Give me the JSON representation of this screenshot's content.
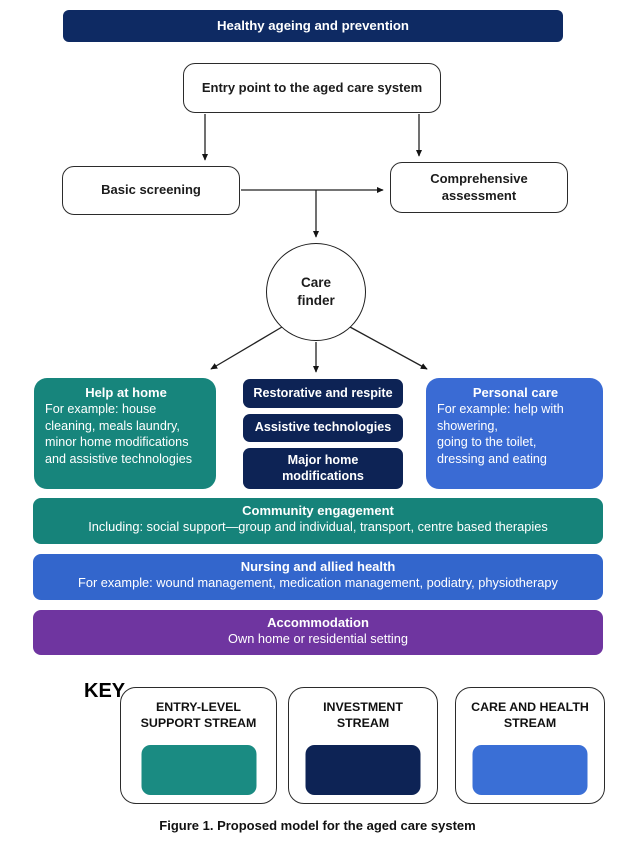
{
  "banner": {
    "label": "Healthy ageing and prevention"
  },
  "flow": {
    "entry_point": "Entry point to the aged care system",
    "basic_screening": "Basic screening",
    "comprehensive_assessment": "Comprehensive\nassessment",
    "care_finder": "Care\nfinder"
  },
  "streams": {
    "help_at_home": {
      "title": "Help at home",
      "body": "For example: house\ncleaning, meals laundry,\nminor home modifications\nand assistive technologies"
    },
    "investment_items": [
      "Restorative and respite",
      "Assistive technologies",
      "Major home\nmodifications"
    ],
    "personal_care": {
      "title": "Personal care",
      "body": "For example: help with\nshowering,\ngoing to the toilet,\ndressing and eating"
    }
  },
  "bars": [
    {
      "title": "Community engagement",
      "body": "Including: social support—group and individual, transport, centre based therapies",
      "color": "#16837a"
    },
    {
      "title": "Nursing and allied health",
      "body": "For example: wound management, medication management, podiatry, physiotherapy",
      "color": "#3366cc"
    },
    {
      "title": "Accommodation",
      "body": "Own home or residential setting",
      "color": "#6f35a0"
    }
  ],
  "key": {
    "label": "KEY",
    "items": [
      {
        "label": "ENTRY-LEVEL\nSUPPORT STREAM",
        "color": "#1a8b82"
      },
      {
        "label": "INVESTMENT\nSTREAM",
        "color": "#0d2355"
      },
      {
        "label": "CARE AND HEALTH\nSTREAM",
        "color": "#3a6fd6"
      }
    ]
  },
  "caption": "Figure 1.  Proposed model for the aged care system",
  "colors": {
    "banner_navy": "#0e2a63",
    "stream_teal": "#17857c",
    "stream_navy": "#0d2355",
    "stream_blue": "#3a6bd4"
  }
}
